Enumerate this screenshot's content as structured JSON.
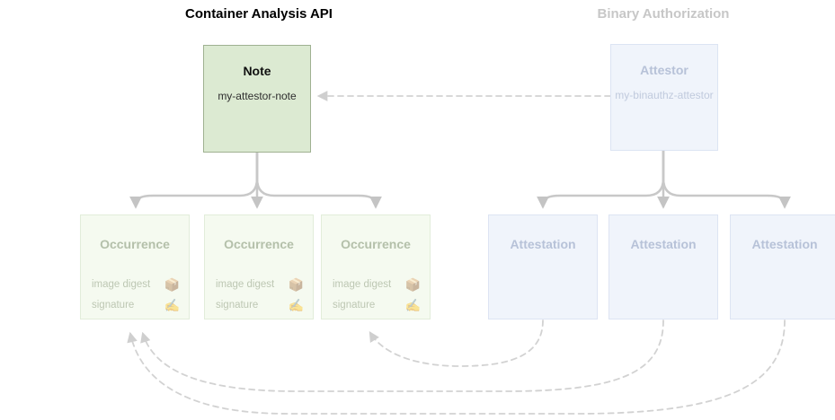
{
  "titles": {
    "left": "Container Analysis API",
    "right": "Binary Authorization"
  },
  "note": {
    "title": "Note",
    "name": "my-attestor-note"
  },
  "attestor": {
    "title": "Attestor",
    "name": "my-binauthz-attestor"
  },
  "occurrences": [
    {
      "title": "Occurrence",
      "fields": [
        {
          "label": "image digest",
          "icon": "📦"
        },
        {
          "label": "signature",
          "icon": "✍️"
        }
      ]
    },
    {
      "title": "Occurrence",
      "fields": [
        {
          "label": "image digest",
          "icon": "📦"
        },
        {
          "label": "signature",
          "icon": "✍️"
        }
      ]
    },
    {
      "title": "Occurrence",
      "fields": [
        {
          "label": "image digest",
          "icon": "📦"
        },
        {
          "label": "signature",
          "icon": "✍️"
        }
      ]
    }
  ],
  "attestations": [
    {
      "title": "Attestation"
    },
    {
      "title": "Attestation"
    },
    {
      "title": "Attestation"
    }
  ],
  "colors": {
    "note_fill": "#dcead2",
    "note_border": "#9fb191",
    "occurrence_fill": "#f5faf0",
    "binauthz_fill": "#f0f4fb",
    "arrow_solid": "#c8c8c8",
    "arrow_dashed": "#d2d2d2"
  }
}
